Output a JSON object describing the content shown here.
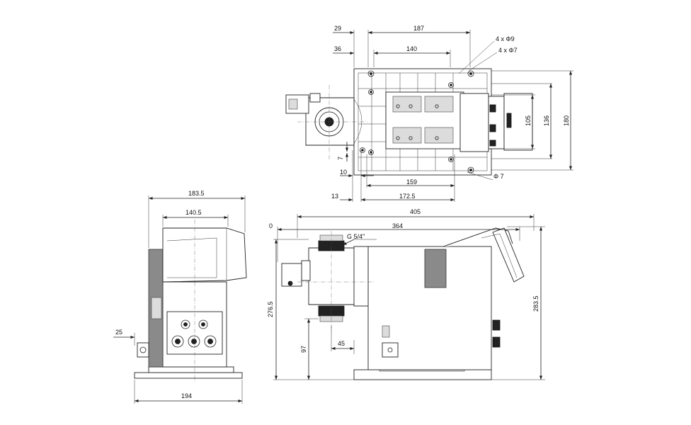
{
  "top_view": {
    "dims": {
      "d29": "29",
      "d187": "187",
      "d36": "36",
      "d140": "140",
      "hole9": "4 x Φ9",
      "hole7": "4 x Φ7",
      "d105": "105",
      "d136": "136",
      "d180": "180",
      "d7v": "7",
      "d10": "10",
      "d159": "159",
      "dphi7": "Φ 7",
      "d13": "13",
      "d172_5": "172.5"
    }
  },
  "side_view": {
    "dims": {
      "d183_5": "183.5",
      "d140_5": "140.5",
      "d25": "25",
      "d194": "194"
    }
  },
  "front_view": {
    "dims": {
      "d405": "405",
      "d0": "0",
      "d364": "364",
      "thread": "G 5/4\"",
      "d276_5": "276.5",
      "d283_5": "283.5",
      "d97": "97",
      "d45": "45"
    }
  }
}
